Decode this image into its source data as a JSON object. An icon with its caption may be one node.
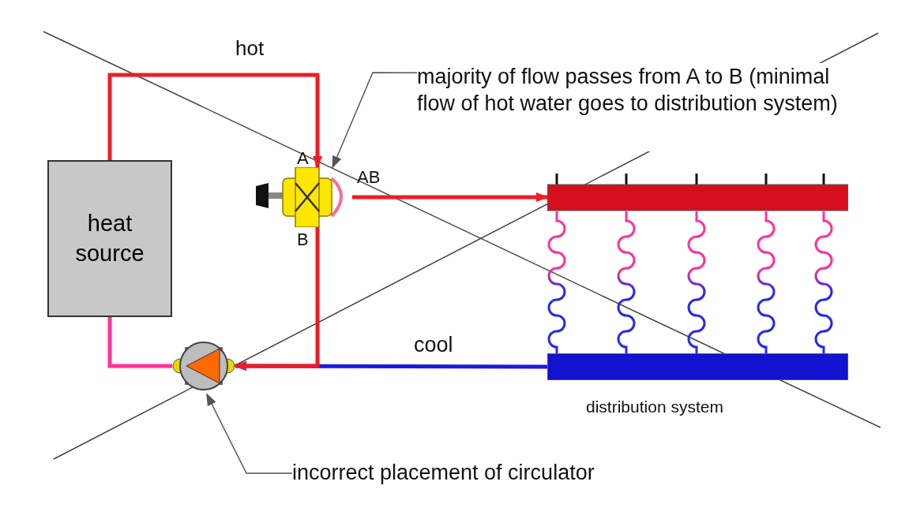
{
  "diagram": {
    "nodes": [
      {
        "text": [
          "heat source"
        ]
      },
      {
        "text": [],
        "shape": "picture",
        "beside": [
          "A",
          "AB",
          "B"
        ]
      },
      {
        "text": [],
        "shape": "picture"
      },
      {
        "text": [],
        "shape": "bar"
      },
      {
        "text": [],
        "shape": "bar",
        "beside": [
          "distribution system"
        ]
      },
      {
        "text": [
          "majority of flow passes from A to B (minimal flow of hot water goes to distribution system)"
        ]
      },
      {
        "text": [
          "incorrect placement of circulator"
        ]
      }
    ],
    "edges": [
      {
        "from": 0,
        "to": 1,
        "arrow": "to",
        "label": "hot",
        "color": "#ee1c25"
      },
      {
        "from": 1,
        "to": 3,
        "arrow": "to",
        "color": "#ee1c25"
      },
      {
        "from": 4,
        "to": 2,
        "arrow": "to",
        "label": "cool",
        "color": "#1a1ae0"
      },
      {
        "from": 1,
        "to": 2,
        "arrow": "to",
        "color": "#ee1c25"
      },
      {
        "from": 2,
        "to": 0,
        "arrow": "none",
        "color": "#ff3399"
      },
      {
        "from": 5,
        "to": 1,
        "arrow": "to",
        "color": "#555555"
      },
      {
        "from": 6,
        "to": 2,
        "arrow": "to",
        "color": "#555555"
      },
      {
        "from": 3,
        "to": 4,
        "arrow": "none"
      },
      {
        "from": 3,
        "to": 4,
        "arrow": "none"
      },
      {
        "from": 3,
        "to": 4,
        "arrow": "none"
      },
      {
        "from": 3,
        "to": 4,
        "arrow": "none"
      },
      {
        "from": 3,
        "to": 4,
        "arrow": "none"
      }
    ]
  }
}
